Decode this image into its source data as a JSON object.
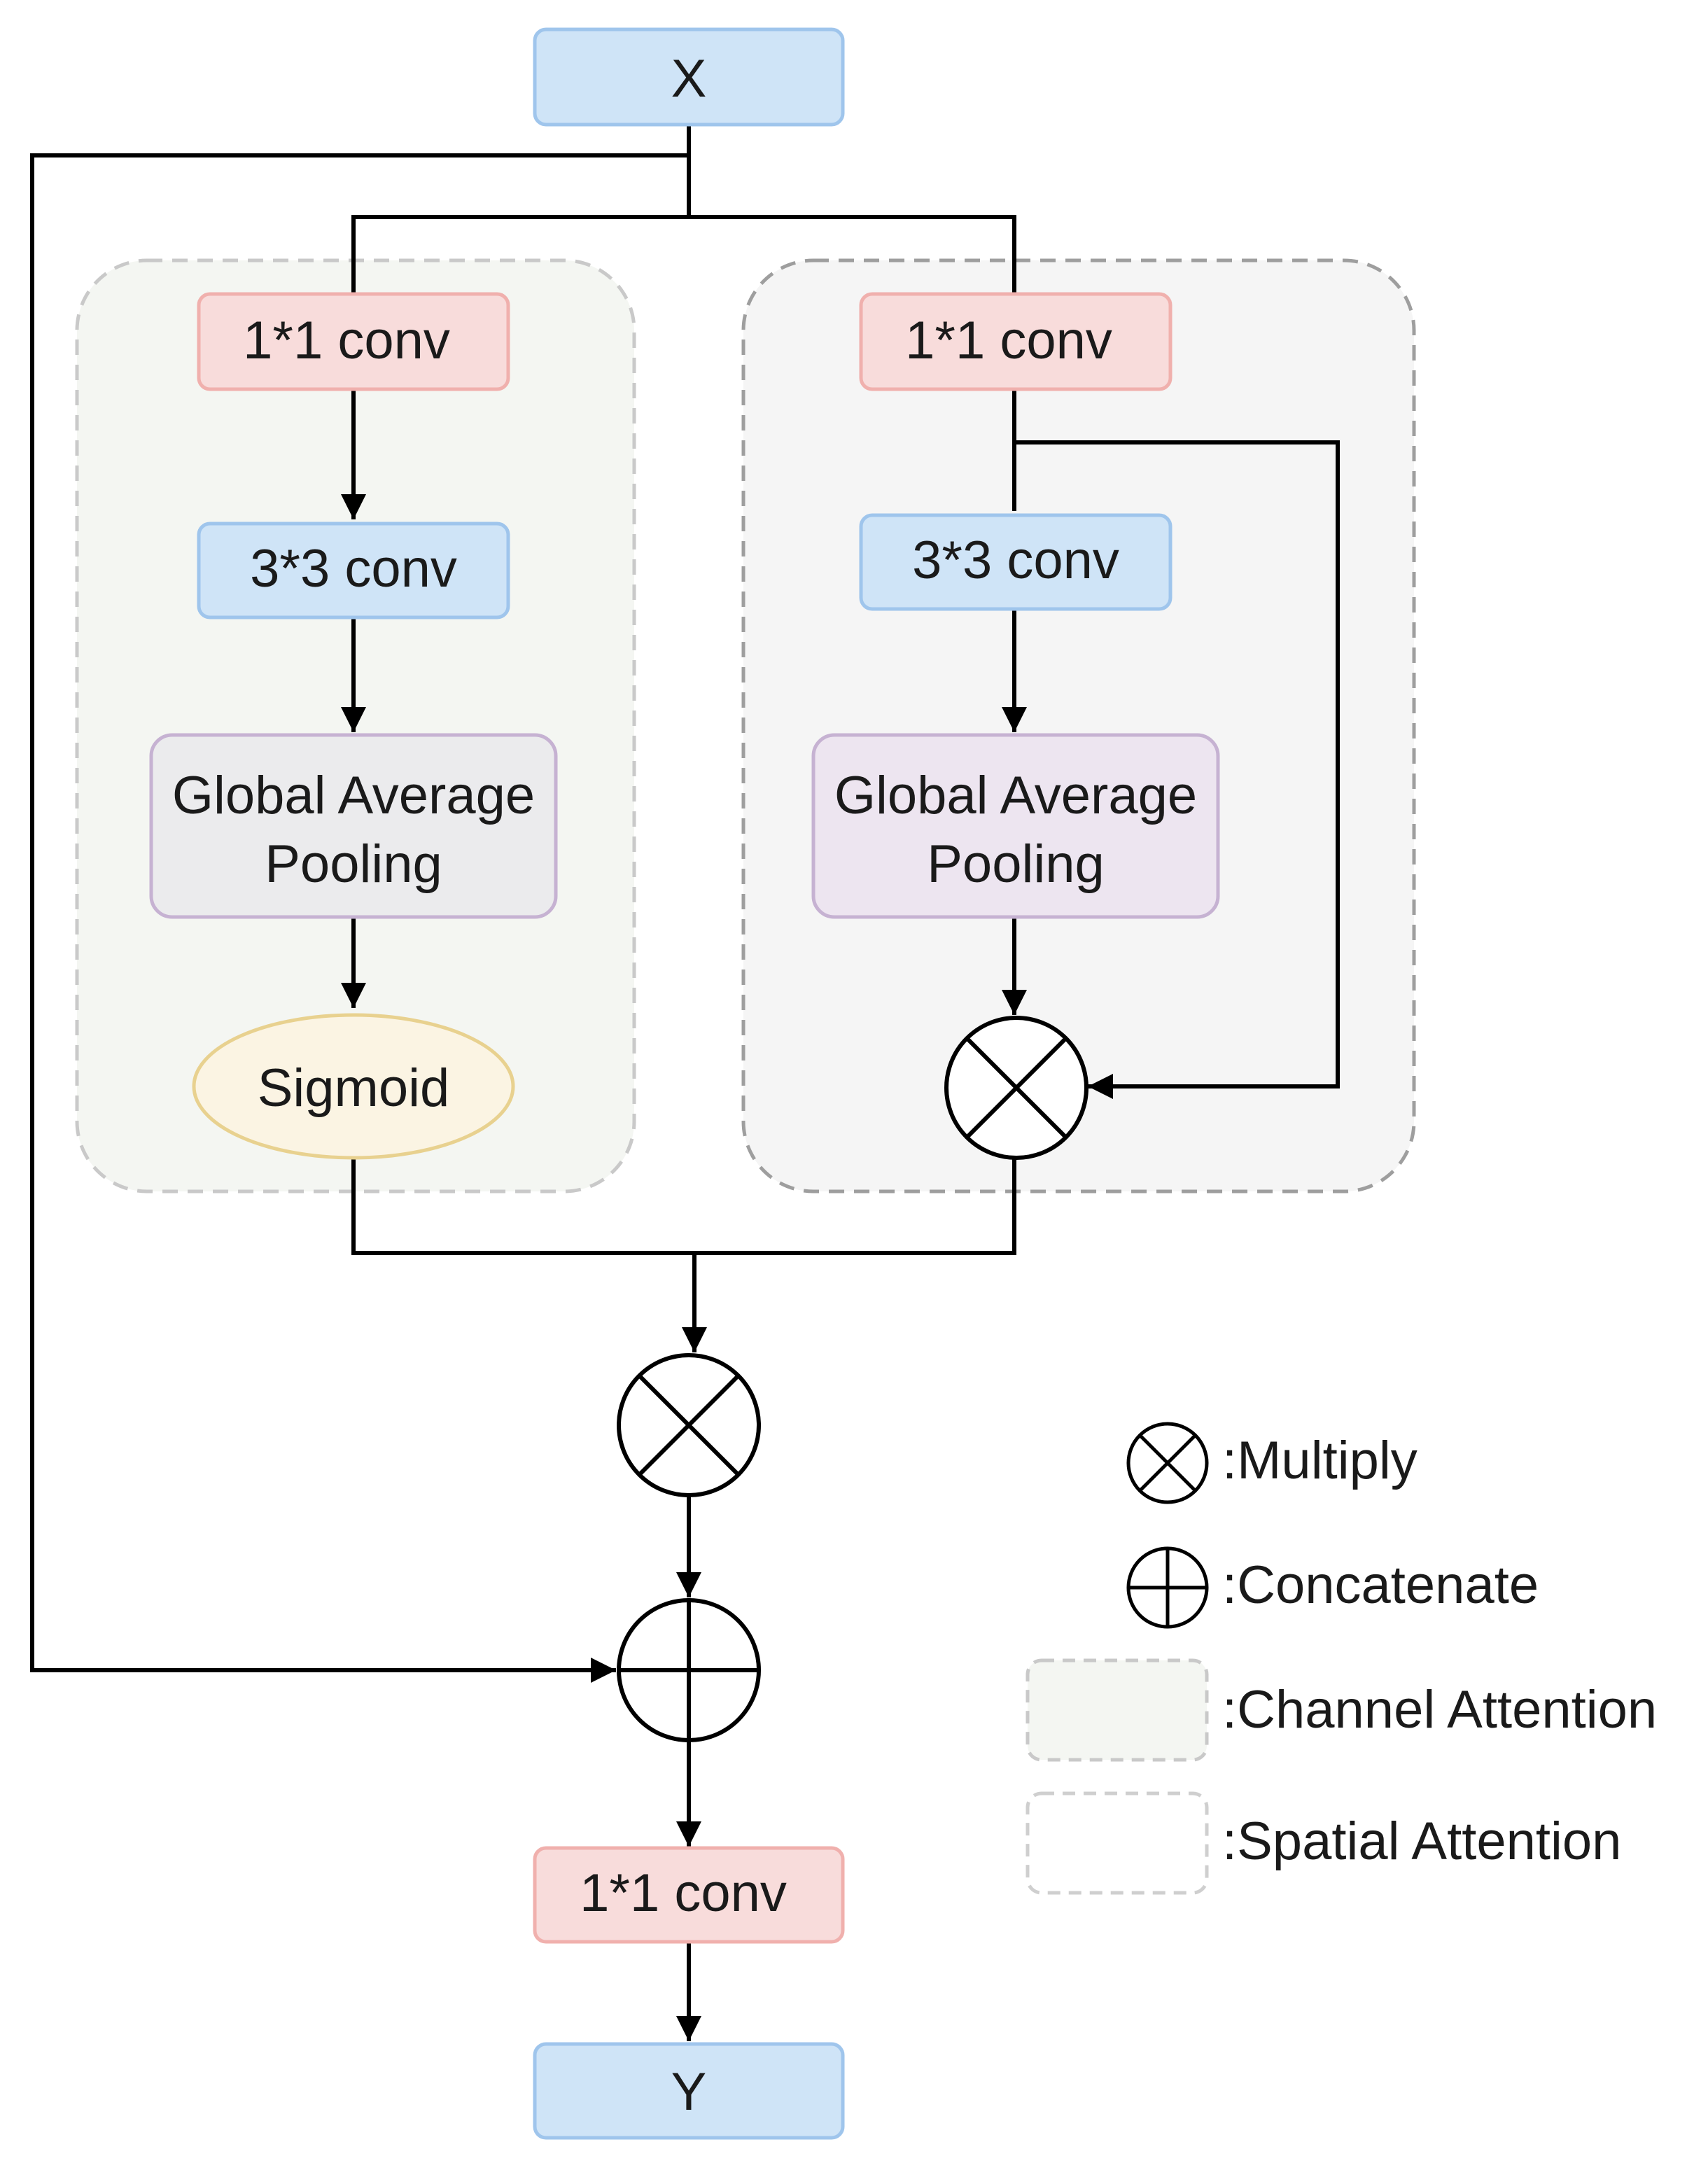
{
  "nodes": {
    "input": "X",
    "output": "Y",
    "channel": {
      "conv1": "1*1 conv",
      "conv3": "3*3 conv",
      "gap_line1": "Global Average",
      "gap_line2": "Pooling",
      "sigmoid": "Sigmoid"
    },
    "spatial": {
      "conv1": "1*1 conv",
      "conv3": "3*3 conv",
      "gap_line1": "Global Average",
      "gap_line2": "Pooling"
    },
    "final_conv": "1*1 conv"
  },
  "legend": {
    "multiply": ":Multiply",
    "concatenate": ":Concatenate",
    "channel_attention": ":Channel Attention",
    "spatial_attention": ":Spatial Attention"
  },
  "colors": {
    "red_fill": "#f8dcdb",
    "red_stroke": "#f0b0ad",
    "blue_fill": "#cfe4f7",
    "blue_stroke": "#9fc5ec",
    "gray_fill": "#ebebed",
    "purple_fill": "#ede5f0",
    "purple_stroke": "#c6b2d2",
    "yellow_fill": "#fbf4e3",
    "yellow_stroke": "#e8d18f",
    "channel_region": "#f4f6f2",
    "spatial_region": "#f5f5f5",
    "dash": "#c4c4c4",
    "line": "#000000"
  }
}
